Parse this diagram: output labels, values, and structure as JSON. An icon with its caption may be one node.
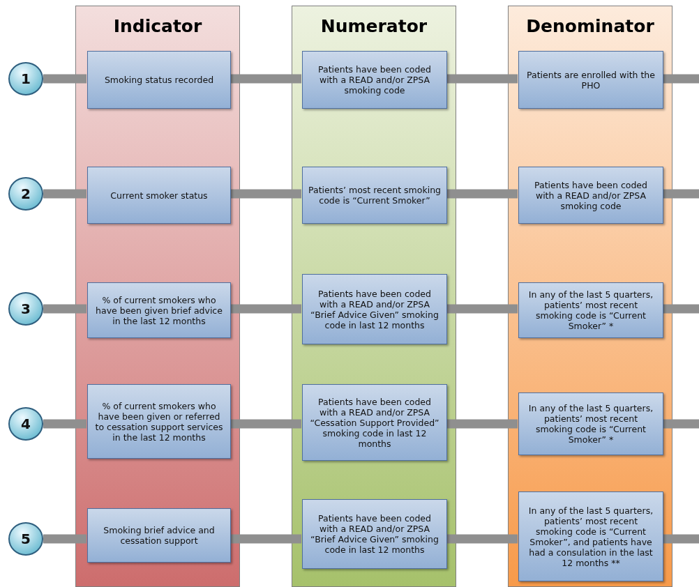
{
  "diagram": {
    "nodes": [
      {
        "text": [
          "Indicator"
        ]
      },
      {
        "text": [
          "Numerator"
        ]
      },
      {
        "text": [
          "Denominator"
        ]
      },
      {
        "text": [
          "1"
        ]
      },
      {
        "text": [
          "Smoking status recorded"
        ],
        "in": 0
      },
      {
        "text": [
          "Patients have been coded with a READ and/or ZPSA smoking code"
        ],
        "in": 1
      },
      {
        "text": [
          "Patients are enrolled with the PHO"
        ],
        "in": 2
      },
      {
        "text": [
          "2"
        ]
      },
      {
        "text": [
          "Current smoker status"
        ],
        "in": 0
      },
      {
        "text": [
          "Patients’ most recent smoking code is “Current Smoker”"
        ],
        "in": 1
      },
      {
        "text": [
          "Patients have been coded with a READ and/or ZPSA smoking code"
        ],
        "in": 2
      },
      {
        "text": [
          "3"
        ]
      },
      {
        "text": [
          "% of current smokers who have been given brief advice in the last 12 months"
        ],
        "in": 0
      },
      {
        "text": [
          "Patients have been coded with a READ and/or ZPSA “Brief Advice Given” smoking code in last 12 months"
        ],
        "in": 1
      },
      {
        "text": [
          "In any of the last 5 quarters, patients’ most recent smoking code is “Current Smoker” *"
        ],
        "in": 2
      },
      {
        "text": [
          "4"
        ]
      },
      {
        "text": [
          "% of current smokers who have been given or referred to cessation support services in the last 12 months"
        ],
        "in": 0
      },
      {
        "text": [
          "Patients have been coded with a READ and/or ZPSA “Cessation Support Provided” smoking code in last 12 months"
        ],
        "in": 1
      },
      {
        "text": [
          "In any of the last 5 quarters, patients’ most recent smoking code is “Current Smoker” *"
        ],
        "in": 2
      },
      {
        "text": [
          "5"
        ]
      },
      {
        "text": [
          "Smoking brief advice and cessation support"
        ],
        "in": 0
      },
      {
        "text": [
          "Patients have been coded with a READ and/or ZPSA “Brief Advice Given” smoking code in last 12 months"
        ],
        "in": 1
      },
      {
        "text": [
          "In any of the last 5 quarters, patients’ most recent smoking code is “Current Smoker”, and patients have had a consulation in the last 12 months **"
        ],
        "in": 2
      }
    ],
    "edges": [
      {
        "from": 3,
        "to": 4,
        "arrow": "none"
      },
      {
        "from": 4,
        "to": 5,
        "arrow": "none"
      },
      {
        "from": 5,
        "to": 6,
        "arrow": "none"
      },
      {
        "from": 6,
        "to": null,
        "arrow": "none"
      },
      {
        "from": 7,
        "to": 8,
        "arrow": "none"
      },
      {
        "from": 8,
        "to": 9,
        "arrow": "none"
      },
      {
        "from": 9,
        "to": 10,
        "arrow": "none"
      },
      {
        "from": 10,
        "to": null,
        "arrow": "none"
      },
      {
        "from": 11,
        "to": 12,
        "arrow": "none"
      },
      {
        "from": 12,
        "to": 13,
        "arrow": "none"
      },
      {
        "from": 13,
        "to": 14,
        "arrow": "none"
      },
      {
        "from": 14,
        "to": null,
        "arrow": "none"
      },
      {
        "from": 15,
        "to": 16,
        "arrow": "none"
      },
      {
        "from": 16,
        "to": 17,
        "arrow": "none"
      },
      {
        "from": 17,
        "to": 18,
        "arrow": "none"
      },
      {
        "from": 18,
        "to": null,
        "arrow": "none"
      },
      {
        "from": 19,
        "to": 20,
        "arrow": "none"
      },
      {
        "from": 20,
        "to": 21,
        "arrow": "none"
      },
      {
        "from": 21,
        "to": 22,
        "arrow": "none"
      },
      {
        "from": 22,
        "to": null,
        "arrow": "none"
      }
    ]
  }
}
